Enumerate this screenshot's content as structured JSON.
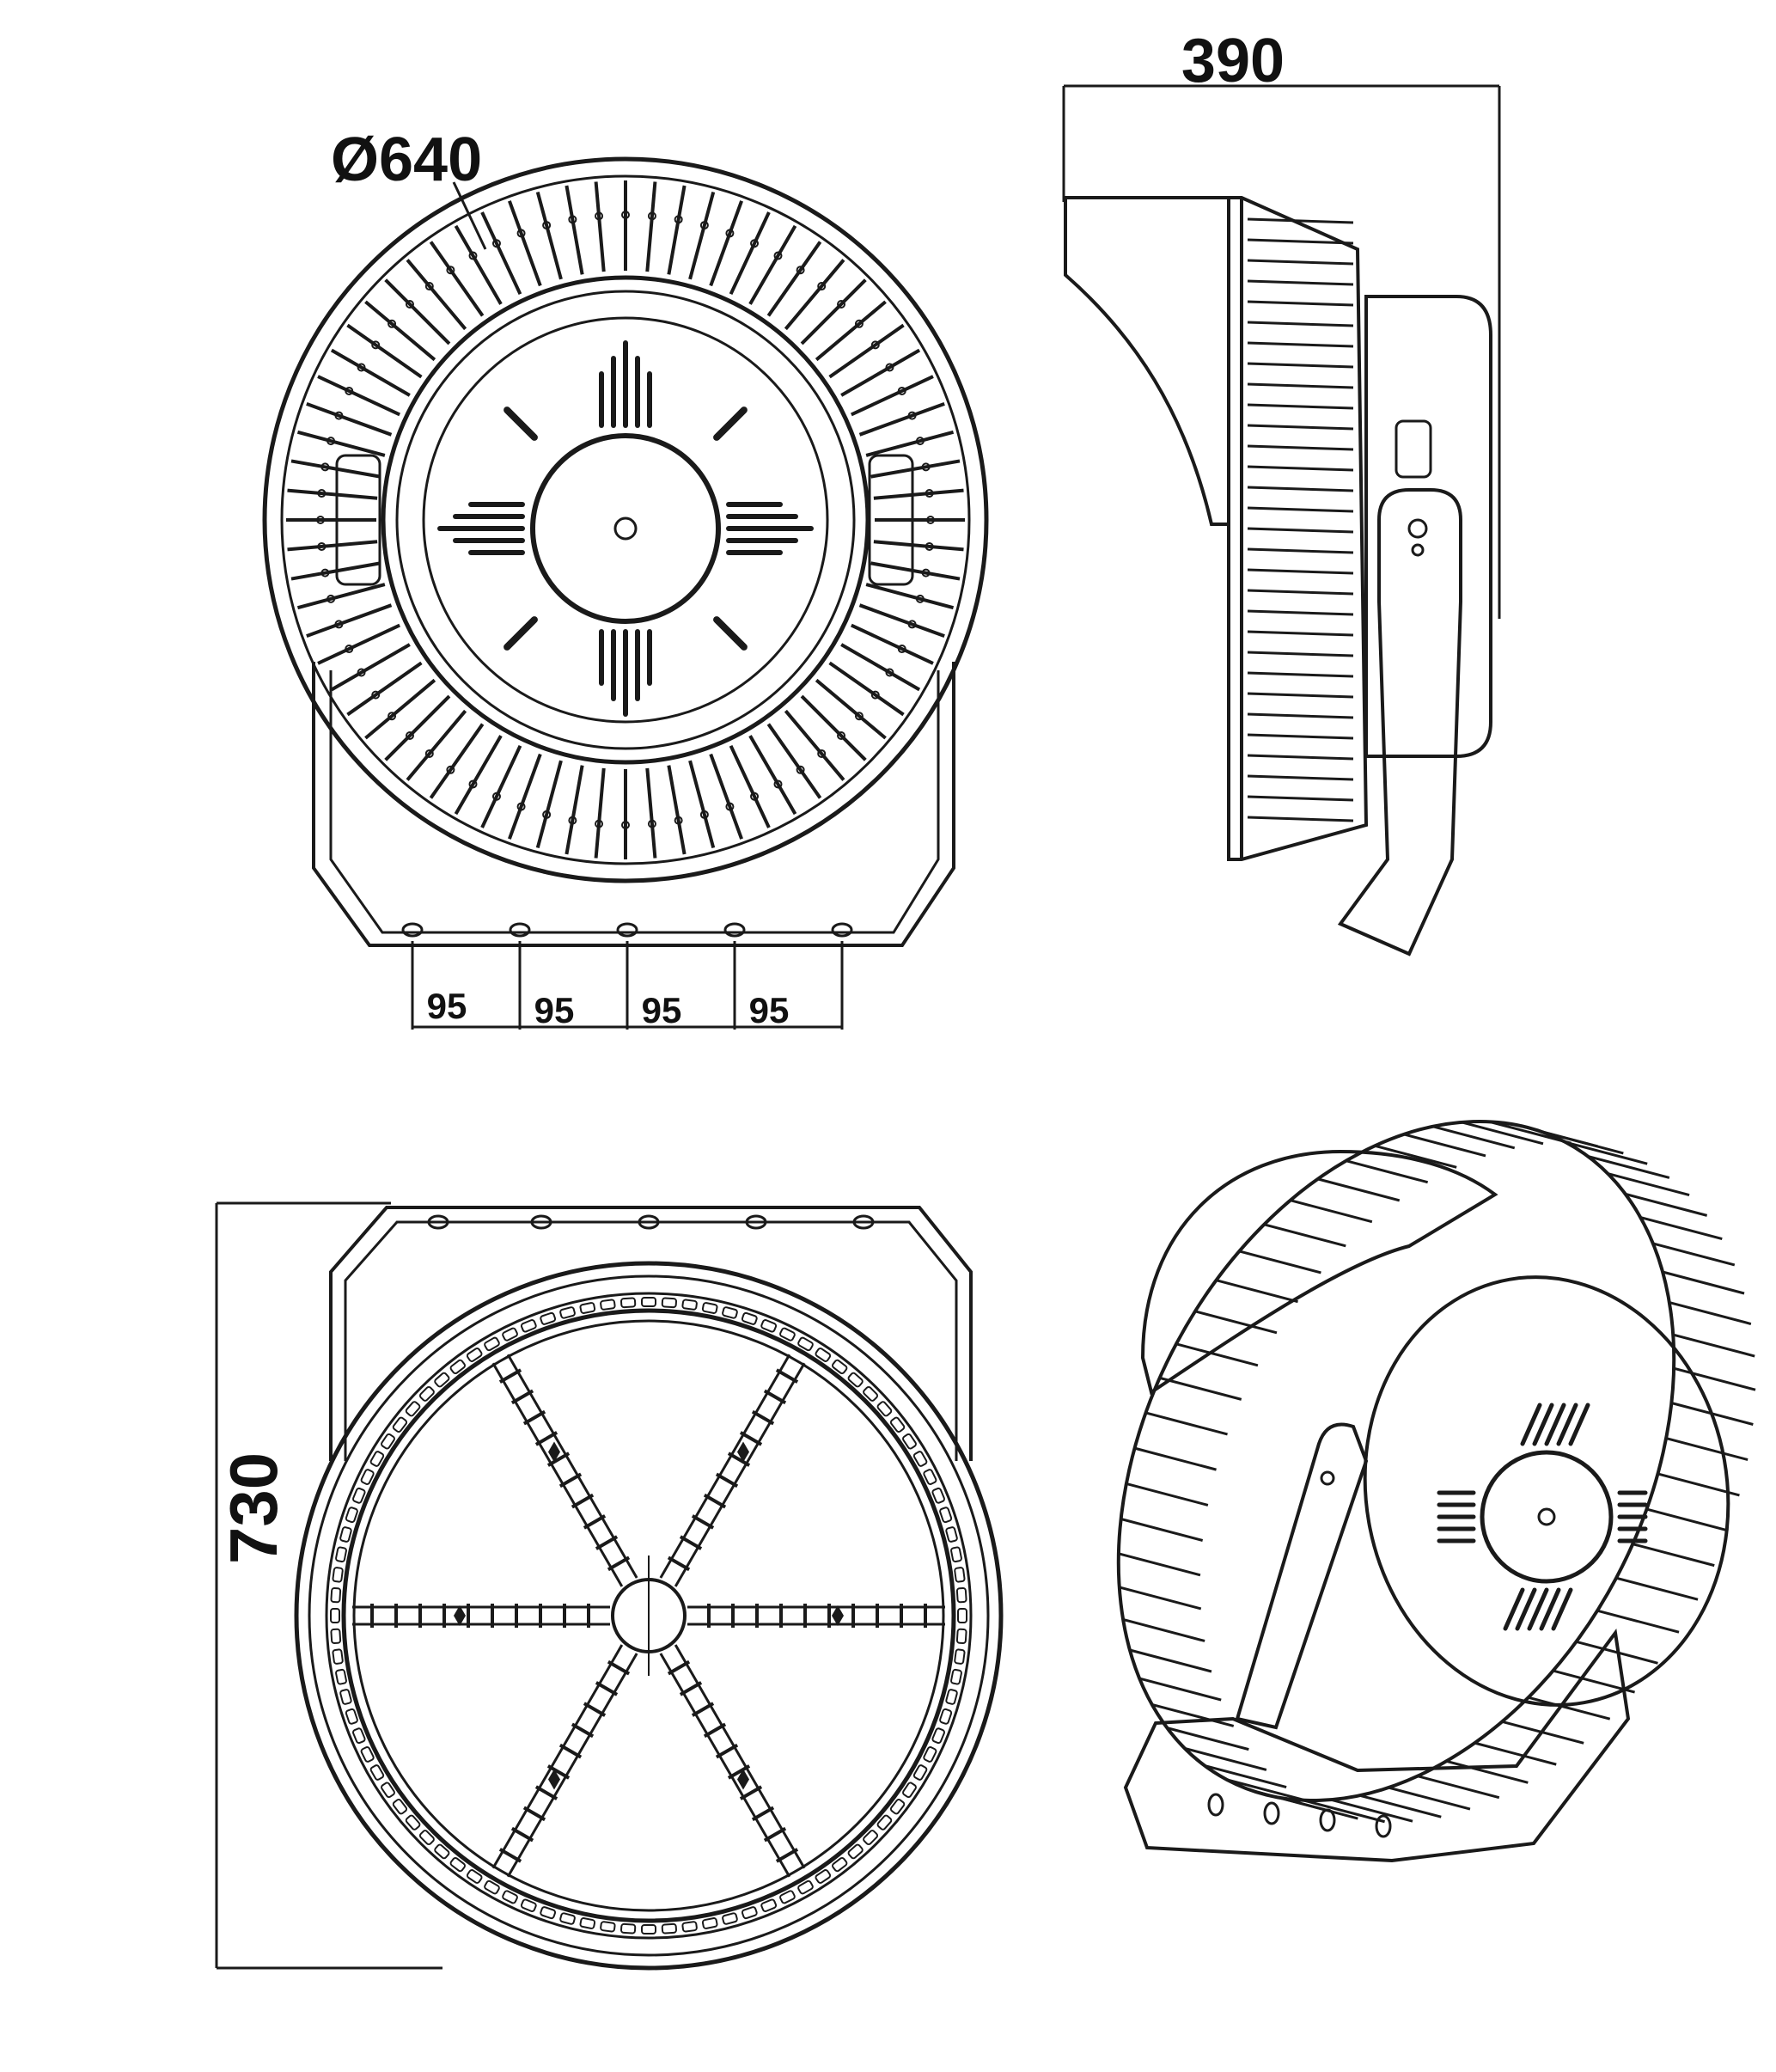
{
  "dimensions": {
    "diameter_label": "Ø640",
    "depth_label": "390",
    "height_label": "730",
    "bracket_spacing_labels": [
      "95",
      "95",
      "95",
      "95"
    ]
  },
  "colors": {
    "ink": "#1a1a1a",
    "background": "#ffffff"
  }
}
